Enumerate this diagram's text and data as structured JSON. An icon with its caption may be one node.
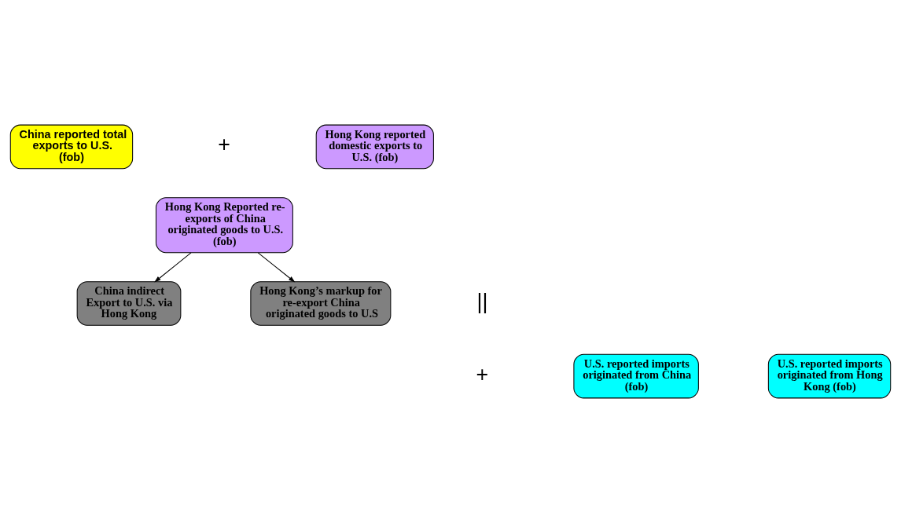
{
  "diagram": {
    "nodes": [
      {
        "text": [
          "China reported total exports to U.S. (fob)"
        ]
      },
      {
        "text": [
          "Hong Kong reported domestic exports to U.S. (fob)"
        ]
      },
      {
        "text": [
          "Hong Kong Reported re-exports of China originated goods to U.S. (fob)"
        ]
      },
      {
        "text": [
          "China indirect Export to U.S. via Hong Kong"
        ]
      },
      {
        "text": [
          "Hong Kong’s markup for re-export China originated goods to U.S"
        ]
      },
      {
        "text": [
          "U.S. reported imports originated from China (fob)"
        ]
      },
      {
        "text": [
          "U.S. reported imports originated from Hong Kong (fob)"
        ]
      }
    ],
    "edges": [
      {
        "from": 2,
        "to": 3,
        "arrow": "to"
      },
      {
        "from": 2,
        "to": 4,
        "arrow": "to"
      }
    ],
    "labels": [
      "+",
      "||",
      "+"
    ]
  }
}
